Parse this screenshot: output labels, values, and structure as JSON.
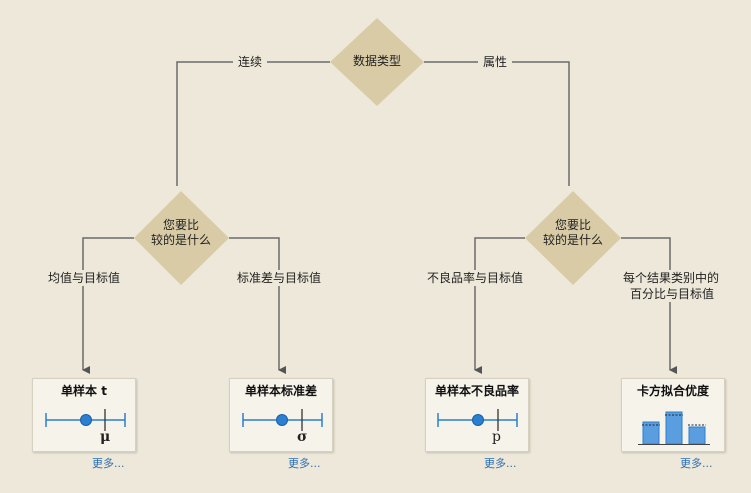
{
  "root": {
    "label": "数据类型"
  },
  "branches": {
    "left_label": "连续",
    "right_label": "属性"
  },
  "decisions": {
    "left": {
      "line1": "您要比",
      "line2": "较的是什么"
    },
    "right": {
      "line1": "您要比",
      "line2": "较的是什么"
    }
  },
  "edges": {
    "mean_vs_target": "均值与目标值",
    "stdev_vs_target": "标准差与目标值",
    "defect_rate_vs_target": "不良品率与目标值",
    "pct_per_category_line1": "每个结果类别中的",
    "pct_per_category_line2": "百分比与目标值"
  },
  "cards": [
    {
      "title": "单样本 t",
      "symbol": "μ",
      "more": "更多..."
    },
    {
      "title": "单样本标准差",
      "symbol": "σ",
      "more": "更多..."
    },
    {
      "title": "单样本不良品率",
      "symbol": "p",
      "more": "更多..."
    },
    {
      "title": "卡方拟合优度",
      "symbol": "",
      "more": "更多..."
    }
  ],
  "colors": {
    "diamond": "#d9cba6",
    "line": "#6b6b6b",
    "accent_blue": "#2b7fd0",
    "link": "#2a6fb5"
  }
}
